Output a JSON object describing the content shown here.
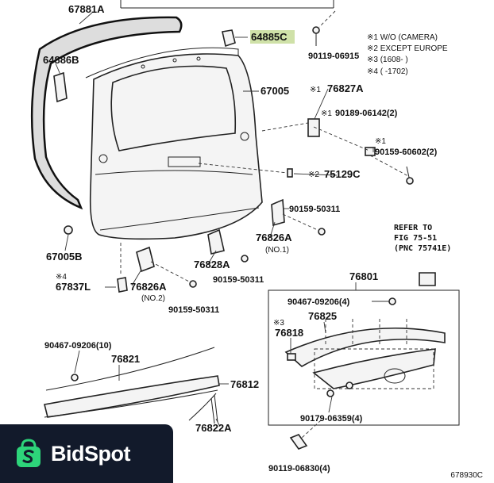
{
  "labels": {
    "p67881A": "67881A",
    "p64885C": "64885C",
    "p64886B": "64886B",
    "p90119_06915": "90119-06915",
    "p67005": "67005",
    "p76827A": "76827A",
    "p90189_06142": "90189-06142(2)",
    "p90159_60602": "90159-60602(2)",
    "p75129C": "75129C",
    "p90159_50311_a": "90159-50311",
    "p76826A_1": "76826A",
    "p76826A_2": "76826A",
    "p76828A": "76828A",
    "p90159_50311_b": "90159-50311",
    "p90159_50311_c": "90159-50311",
    "p67005B": "67005B",
    "p67837L": "67837L",
    "p76801": "76801",
    "p90467_09206_4": "90467-09206(4)",
    "p76825": "76825",
    "p76818": "76818",
    "p90179_06359": "90179-06359(4)",
    "p90119_06830": "90119-06830(4)",
    "p90467_09206_10": "90467-09206(10)",
    "p76821": "76821",
    "p76812": "76812",
    "p76822A": "76822A"
  },
  "marks": {
    "m1a": "※1",
    "m1b": "※1",
    "m1c": "※1",
    "m2": "※2",
    "m3": "※3",
    "m4": "※4"
  },
  "notes": {
    "n1": "※1 W/O (CAMERA)",
    "n2": "※2 EXCEPT EUROPE",
    "n3": "※3 (1608-     )",
    "n4": "※4 (        -1702)"
  },
  "sublabels": {
    "no1": "(NO.1)",
    "no2": "(NO.2)"
  },
  "refer": {
    "line1": "REFER TO",
    "line2": "FIG 75-51",
    "line3": "(PNC 75741E)"
  },
  "figure_code": "678930C",
  "watermark": {
    "brand": "BidSpot",
    "icon": "shopping-bag-logo-icon",
    "background": "#121a2b"
  },
  "colors": {
    "highlight": "#cfe1a8",
    "line": "#222222"
  }
}
